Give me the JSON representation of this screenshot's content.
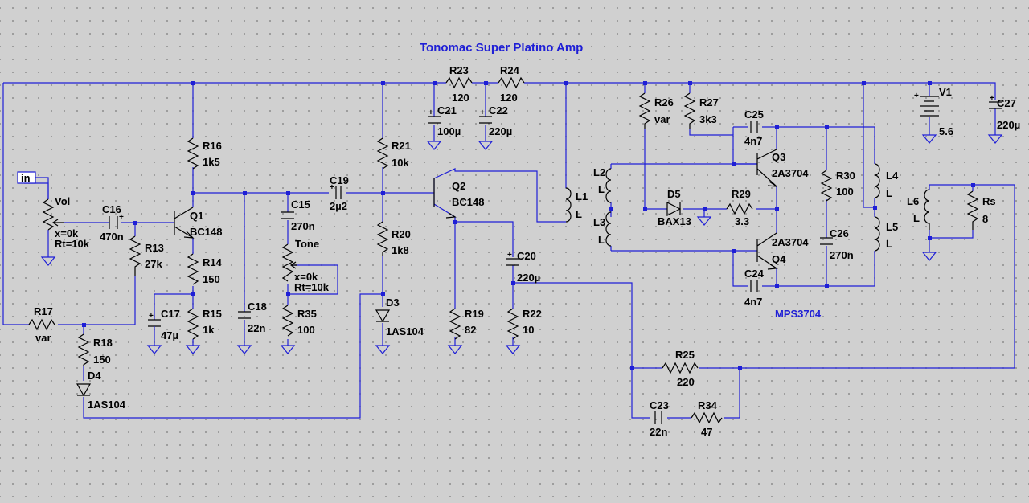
{
  "title": "Tonomac Super Platino Amp",
  "port_in": "in",
  "note_mps": "MPS3704",
  "colors": {
    "wire": "#1f1fd6",
    "component": "#000000",
    "background": "#d0d0d0",
    "title": "#1f1fd6"
  },
  "labels": {
    "vol": "Vol",
    "vol_x": "x=0k",
    "vol_rt": "Rt=10k",
    "tone": "Tone",
    "tone_x": "x=0k",
    "tone_rt": "Rt=10k",
    "c16": "C16",
    "c16_v": "470n",
    "r13": "R13",
    "r13_v": "27k",
    "q1": "Q1",
    "q1_v": "BC148",
    "r16": "R16",
    "r16_v": "1k5",
    "r14": "R14",
    "r14_v": "150",
    "r15": "R15",
    "r15_v": "1k",
    "c17": "C17",
    "c17_v": "47µ",
    "c18": "C18",
    "c18_v": "22n",
    "c15": "C15",
    "c15_v": "270n",
    "r35": "R35",
    "r35_v": "100",
    "c19": "C19",
    "c19_v": "2µ2",
    "r21": "R21",
    "r21_v": "10k",
    "r20": "R20",
    "r20_v": "1k8",
    "d3": "D3",
    "d3_v": "1AS104",
    "q2": "Q2",
    "q2_v": "BC148",
    "r19": "R19",
    "r19_v": "82",
    "c20": "C20",
    "c20_v": "220µ",
    "r22": "R22",
    "r22_v": "10",
    "r23": "R23",
    "r23_v": "120",
    "r24": "R24",
    "r24_v": "120",
    "c21": "C21",
    "c21_v": "100µ",
    "c22": "C22",
    "c22_v": "220µ",
    "l1": "L1",
    "l1_v": "L",
    "r17": "R17",
    "r17_v": "var",
    "r18": "R18",
    "r18_v": "150",
    "d4": "D4",
    "d4_v": "1AS104",
    "r26": "R26",
    "r26_v": "var",
    "r27": "R27",
    "r27_v": "3k3",
    "c25": "C25",
    "c25_v": "4n7",
    "q3": "Q3",
    "q3_v": "2A3704",
    "r30": "R30",
    "r30_v": "100",
    "l2": "L2",
    "l2_v": "L",
    "l3": "L3",
    "l3_v": "L",
    "d5": "D5",
    "d5_v": "BAX13",
    "r29": "R29",
    "r29_v": "3.3",
    "q4": "Q4",
    "q4_v": "2A3704",
    "c26": "C26",
    "c26_v": "270n",
    "c24": "C24",
    "c24_v": "4n7",
    "l4": "L4",
    "l4_v": "L",
    "l5": "L5",
    "l5_v": "L",
    "l6": "L6",
    "l6_v": "L",
    "rs": "Rs",
    "rs_v": "8",
    "v1": "V1",
    "v1_v": "5.6",
    "c27": "C27",
    "c27_v": "220µ",
    "r25": "R25",
    "r25_v": "220",
    "c23": "C23",
    "c23_v": "22n",
    "r34": "R34",
    "r34_v": "47"
  }
}
